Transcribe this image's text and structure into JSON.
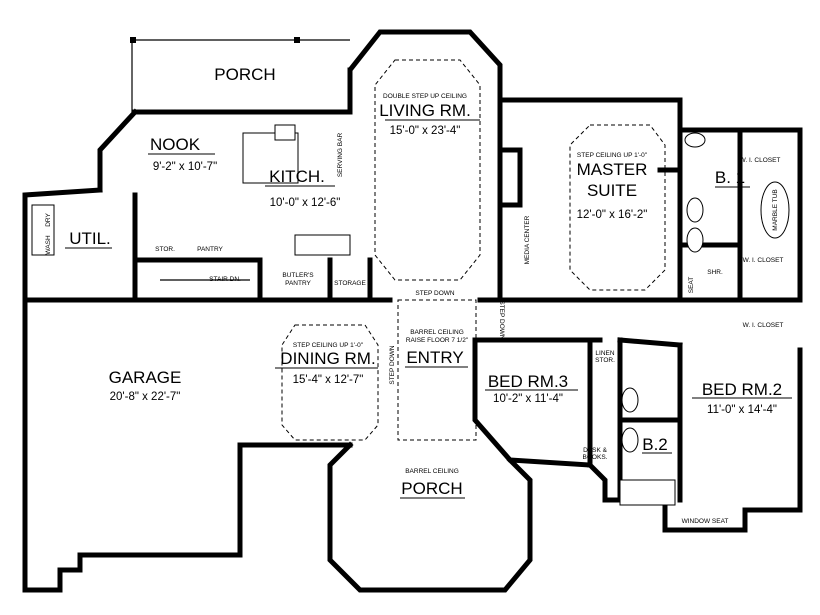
{
  "rooms": {
    "porch_top": {
      "name": "PORCH"
    },
    "nook": {
      "name": "NOOK",
      "size": "9'-2\" x 10'-7\""
    },
    "kitchen": {
      "name": "KITCH.",
      "size": "10'-0\" x 12'-6\"",
      "serving_bar": "SERVING BAR"
    },
    "living": {
      "note": "DOUBLE STEP UP CEILING",
      "name": "LIVING RM.",
      "size": "15'-0\" x 23'-4\""
    },
    "master": {
      "note": "STEP CEILING UP 1'-0\"",
      "name1": "MASTER",
      "name2": "SUITE",
      "size": "12'-0\" x 16'-2\""
    },
    "bath1": {
      "name": "B. 1",
      "tub": "MARBLE TUB",
      "closet": "W. I. CLOSET",
      "seat": "SEAT",
      "shower": "SHR."
    },
    "util": {
      "name": "UTIL.",
      "wash": "WASH",
      "dry": "DRY"
    },
    "stor": {
      "name": "STOR."
    },
    "pantry": {
      "name": "PANTRY"
    },
    "stair": {
      "name": "STAIR DN."
    },
    "butlers": {
      "line1": "BUTLER'S",
      "line2": "PANTRY"
    },
    "storage": {
      "name": "STORAGE"
    },
    "media": {
      "name": "MEDIA CENTER"
    },
    "entry": {
      "step_down": "STEP DOWN",
      "note1": "BARREL CEILING",
      "note2": "RAISE FLOOR 7 1/2\"",
      "name": "ENTRY"
    },
    "dining": {
      "note": "STEP CEILING UP 1'-0\"",
      "name": "DINING RM.",
      "size": "15'-4\" x 12'-7\""
    },
    "garage": {
      "name": "GARAGE",
      "size": "20'-8\" x 22'-7\""
    },
    "bed3": {
      "name": "BED RM.3",
      "size": "10'-2\" x 11'-4\"",
      "linen1": "LINEN",
      "linen2": "STOR.",
      "desk1": "DESK &",
      "desk2": "BOOKS."
    },
    "bath2": {
      "name": "B.2"
    },
    "bed2": {
      "name": "BED RM.2",
      "size": "11'-0\" x 14'-4\"",
      "window_seat": "WINDOW SEAT"
    },
    "porch_front": {
      "note": "BARREL CEILING",
      "name": "PORCH"
    }
  }
}
